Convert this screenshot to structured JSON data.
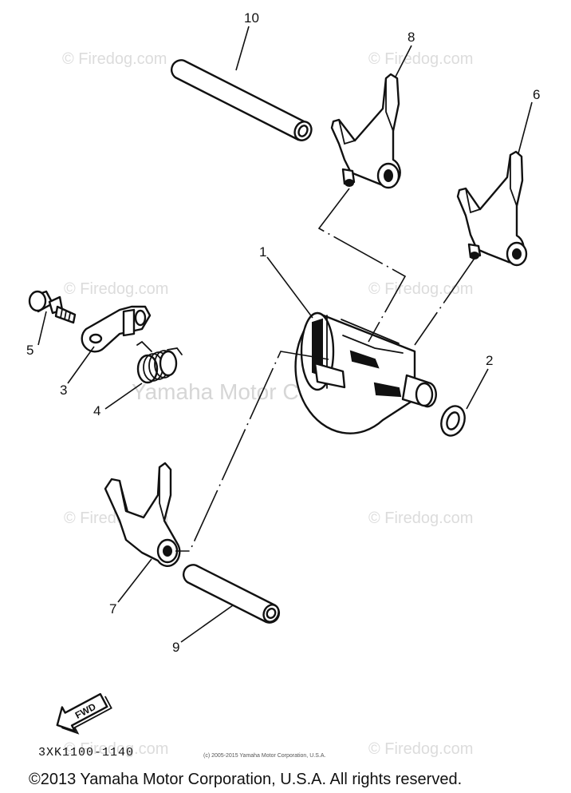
{
  "watermarks": {
    "w1": "© Firedog.com",
    "w2": "© Firedog.com",
    "w3": "© Firedog.com",
    "w4": "© Firedog.com",
    "w5": "© Firedog.com",
    "w6": "© Firedog.com",
    "w7": "© Firedog.com",
    "w8": "© Firedog.com",
    "center": "Yamaha Motor Corp., U.S.A."
  },
  "callouts": {
    "c1": "1",
    "c2": "2",
    "c3": "3",
    "c4": "4",
    "c5": "5",
    "c6": "6",
    "c7": "7",
    "c8": "8",
    "c9": "9",
    "c10": "10"
  },
  "fwd_label": "FWD",
  "diagram_code": "3XK1100-1140",
  "small_notice": "(c) 2005-2015 Yamaha Motor Corporation, U.S.A.",
  "copyright": "©2013 Yamaha Motor Corporation, U.S.A. All rights reserved."
}
